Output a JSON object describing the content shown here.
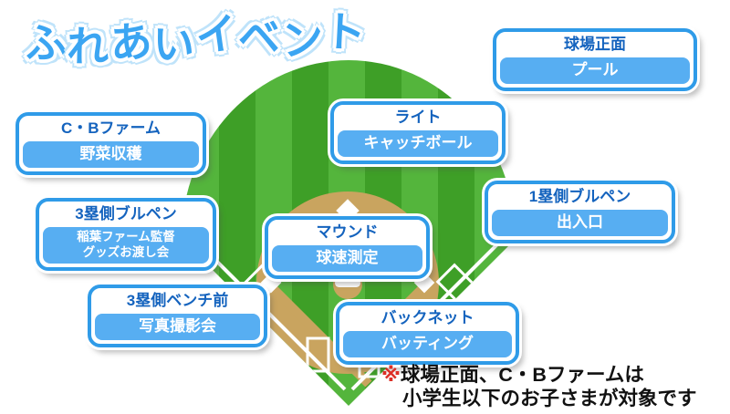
{
  "title": "ふれあいイベント",
  "callouts": [
    {
      "id": "entrance",
      "location": "球場正面",
      "activity": "プール"
    },
    {
      "id": "cb-farm",
      "location": "C・Bファーム",
      "activity": "野菜収穫"
    },
    {
      "id": "right-field",
      "location": "ライト",
      "activity": "キャッチボール"
    },
    {
      "id": "bullpen-3",
      "location": "3塁側ブルペン",
      "activity_line1": "稲葉ファーム監督",
      "activity_line2": "グッズお渡し会"
    },
    {
      "id": "bullpen-1",
      "location": "1塁側ブルペン",
      "activity": "出入口"
    },
    {
      "id": "mound",
      "location": "マウンド",
      "activity": "球速測定"
    },
    {
      "id": "bench-3",
      "location": "3塁側ベンチ前",
      "activity": "写真撮影会"
    },
    {
      "id": "backnet",
      "location": "バックネット",
      "activity": "バッティング"
    }
  ],
  "note": {
    "marker": "※",
    "line1": "球場正面、C・Bファームは",
    "line2": "小学生以下のお子さまが対象です"
  },
  "colors": {
    "accent-blue": "#2F9BE8",
    "body-blue": "#57AEF2",
    "hdr-blue": "#1463BE",
    "title-blue": "#3BA5F2",
    "turf-light": "#54B53C",
    "turf-dark": "#3E9F27",
    "dirt": "#C9A45F",
    "note-red": "#DD2F26",
    "note-text": "#111111"
  }
}
